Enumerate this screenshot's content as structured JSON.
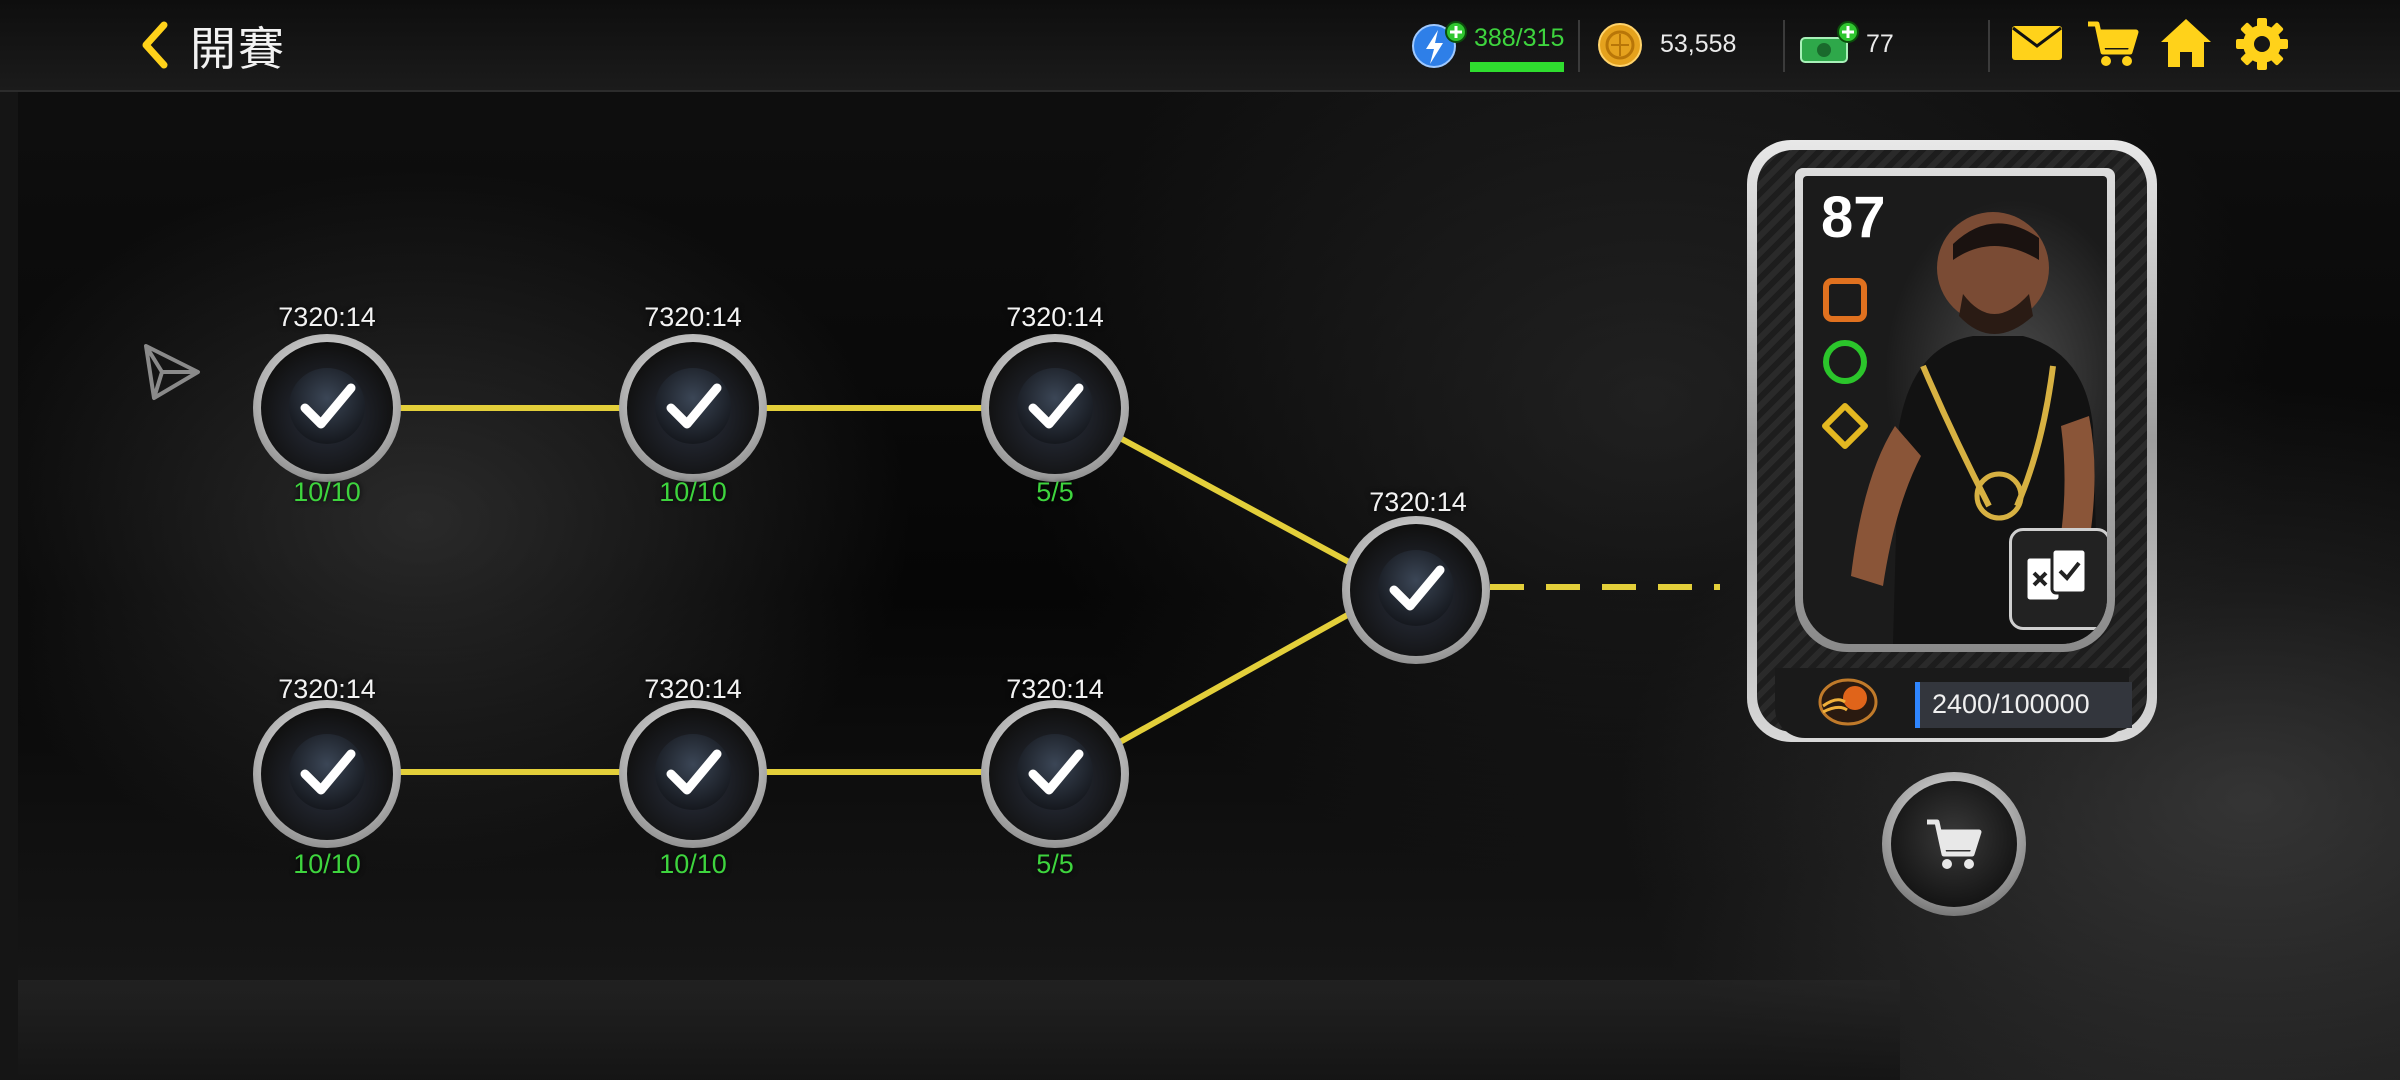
{
  "header": {
    "title": "開賽"
  },
  "resources": {
    "energy": {
      "label": "388/315",
      "fraction": 1.0
    },
    "coins": "53,558",
    "cash": "77"
  },
  "colors": {
    "accent": "#ffd21a",
    "progress_green": "#3ed43e",
    "line_yellow": "#e3cf3a"
  },
  "icons": {
    "back": "chevron-left-icon",
    "energy": "lightning-icon",
    "coins": "coin-icon",
    "cash": "cash-icon",
    "mail": "mail-icon",
    "cart": "cart-icon",
    "home": "home-icon",
    "settings": "gear-icon",
    "send": "send-icon"
  },
  "stages": [
    {
      "time": "7320:14",
      "progress": "10/10",
      "completed": true
    },
    {
      "time": "7320:14",
      "progress": "10/10",
      "completed": true
    },
    {
      "time": "7320:14",
      "progress": "5/5",
      "completed": true
    },
    {
      "time": "7320:14",
      "progress": "10/10",
      "completed": true
    },
    {
      "time": "7320:14",
      "progress": "10/10",
      "completed": true
    },
    {
      "time": "7320:14",
      "progress": "5/5",
      "completed": true
    },
    {
      "time": "7320:14",
      "progress": "",
      "completed": true
    }
  ],
  "reward_card": {
    "rating": "87",
    "points": "2400/100000"
  }
}
